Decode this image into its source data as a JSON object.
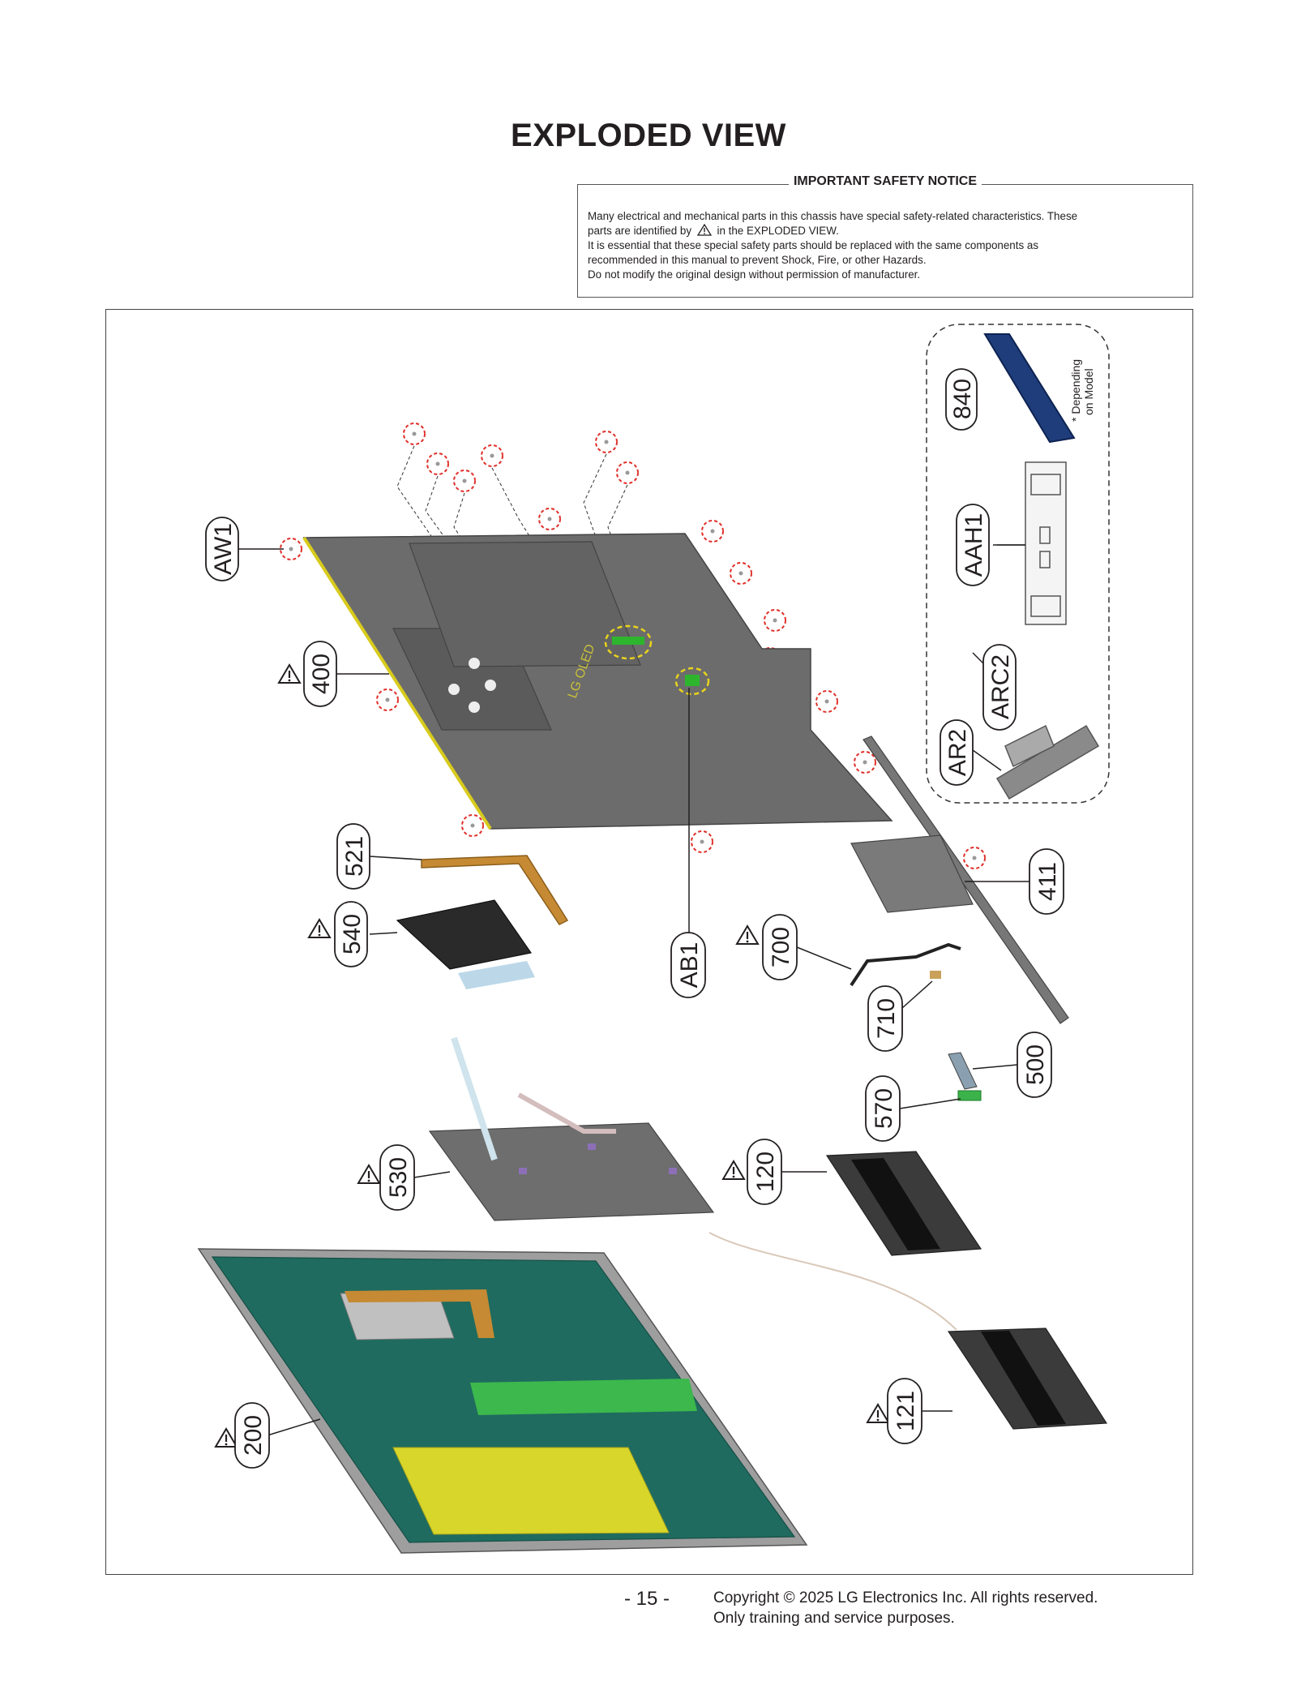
{
  "title": "EXPLODED VIEW",
  "notice": {
    "title": "IMPORTANT SAFETY NOTICE",
    "line1": "Many electrical and mechanical parts in this chassis have special safety-related characteristics. These",
    "line2_a": "parts are identified by",
    "line2_b": "in the EXPLODED VIEW.",
    "line3": "It is essential that these special safety parts should be replaced with the same components as",
    "line4": "recommended in this manual to prevent Shock, Fire, or other Hazards.",
    "line5": "Do not modify the original design without permission of manufacturer."
  },
  "diagram": {
    "depending_note_1": "* Depending",
    "depending_note_2": "on Model",
    "panel_logo": "LG OLED",
    "parts": {
      "p840": "840",
      "aah1": "AAH1",
      "arc2": "ARC2",
      "ar2": "AR2",
      "aw1": "AW1",
      "p400": "400",
      "p521": "521",
      "p540": "540",
      "ab1": "AB1",
      "p700": "700",
      "p710": "710",
      "p411": "411",
      "p500": "500",
      "p570": "570",
      "p530": "530",
      "p120": "120",
      "p121": "121",
      "p200": "200"
    }
  },
  "footer": {
    "page": "- 15 -",
    "copyright": "Copyright © 2025 LG Electronics Inc. All rights reserved.",
    "purpose": "Only training and service purposes."
  }
}
